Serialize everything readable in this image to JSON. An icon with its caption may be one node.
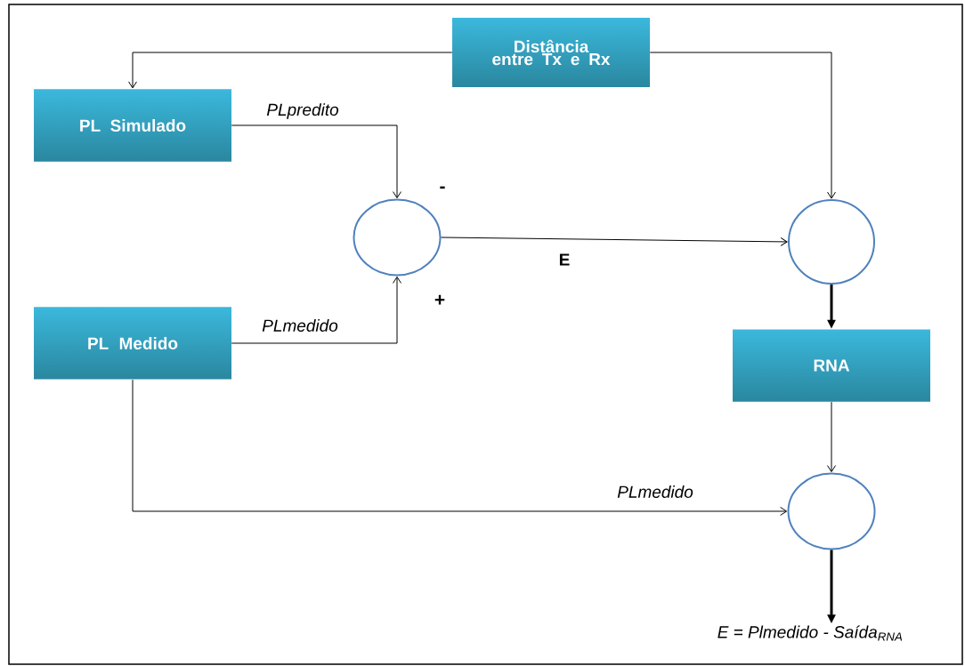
{
  "diagram": {
    "nodes": [
      {
        "text": [
          "Distância entre Tx e Rx"
        ]
      },
      {
        "text": [
          "PL Simulado"
        ]
      },
      {
        "text": [],
        "shape": "circle"
      },
      {
        "text": [],
        "shape": "circle"
      },
      {
        "text": [
          "PL Medido"
        ]
      },
      {
        "text": [
          "RNA"
        ]
      },
      {
        "text": [],
        "shape": "circle"
      },
      {
        "text": [
          "E = Plmedido - Saída$_{RNA}$"
        ]
      }
    ],
    "edges": [
      {
        "from": 0,
        "to": 1,
        "arrow": "to"
      },
      {
        "from": 0,
        "to": 3,
        "arrow": "to"
      },
      {
        "from": 1,
        "to": 2,
        "arrow": "to",
        "label": "PLpredito"
      },
      {
        "from": 4,
        "to": 2,
        "arrow": "to",
        "label": "PLmedido"
      },
      {
        "from": 2,
        "to": 3,
        "arrow": "to",
        "label": "E"
      },
      {
        "from": 3,
        "to": 5,
        "arrow": "to",
        "style": "thick"
      },
      {
        "from": 5,
        "to": 6,
        "arrow": "to"
      },
      {
        "from": 4,
        "to": 6,
        "arrow": "to",
        "label": "PLmedido"
      },
      {
        "from": 6,
        "to": 7,
        "arrow": "to",
        "style": "thick"
      }
    ],
    "labels": [
      "-",
      "+"
    ]
  }
}
